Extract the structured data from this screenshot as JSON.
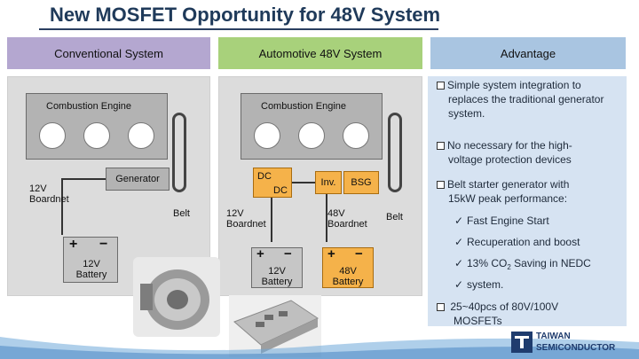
{
  "title": "New MOSFET Opportunity for 48V System",
  "headers": {
    "conventional": "Conventional System",
    "automotive": "Automotive 48V System",
    "advantage": "Advantage"
  },
  "conventional": {
    "engine": "Combustion Engine",
    "generator": "Generator",
    "boardnet_line1": "12V",
    "boardnet_line2": "Boardnet",
    "belt": "Belt",
    "battery_line1": "12V",
    "battery_line2": "Battery",
    "plus": "+",
    "minus": "−"
  },
  "automotive": {
    "engine": "Combustion Engine",
    "dc_top": "DC",
    "dc_bottom": "DC",
    "inv": "Inv.",
    "bsg": "BSG",
    "boardnet12_line1": "12V",
    "boardnet12_line2": "Boardnet",
    "boardnet48_line1": "48V",
    "boardnet48_line2": "Boardnet",
    "belt": "Belt",
    "battery12_line1": "12V",
    "battery12_line2": "Battery",
    "battery48_line1": "48V",
    "battery48_line2": "Battery",
    "plus": "+",
    "minus": "−"
  },
  "advantages": {
    "item1_l1": "Simple system integration to",
    "item1_l2": "replaces the traditional generator",
    "item1_l3": "system.",
    "item2_l1": "No necessary for the high-",
    "item2_l2": "voltage protection devices",
    "item3_l1": "Belt starter generator with",
    "item3_l2": "15kW peak performance:",
    "check1": "Fast Engine Start",
    "check2": "Recuperation and boost",
    "check3_a": "13% CO",
    "check3_sub": "2",
    "check3_b": " Saving in NEDC",
    "check4": "system.",
    "item4_l1": "25~40pcs of 80V/100V",
    "item4_l2": "MOSFETs"
  },
  "logo": {
    "line1": "TAIWAN",
    "line2": "SEMICONDUCTOR"
  },
  "colors": {
    "title": "#1f3a5a",
    "header_conventional": "#b4a7d0",
    "header_automotive": "#a8d17b",
    "header_advantage": "#a9c5e1",
    "battery_48v": "#f5b24a",
    "logo": "#1f3c6e"
  }
}
